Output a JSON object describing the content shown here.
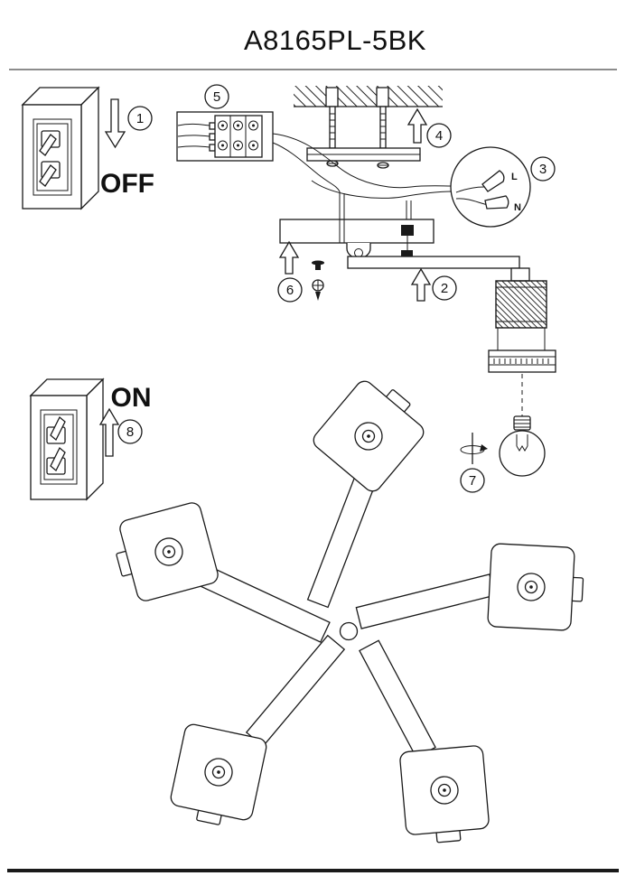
{
  "title": "A8165PL-5BK",
  "switch_off_label": "OFF",
  "switch_on_label": "ON",
  "connector_labels": {
    "live": "L",
    "neutral": "N"
  },
  "steps": [
    {
      "num": "1"
    },
    {
      "num": "2"
    },
    {
      "num": "3"
    },
    {
      "num": "4"
    },
    {
      "num": "5"
    },
    {
      "num": "6"
    },
    {
      "num": "7"
    },
    {
      "num": "8"
    }
  ]
}
